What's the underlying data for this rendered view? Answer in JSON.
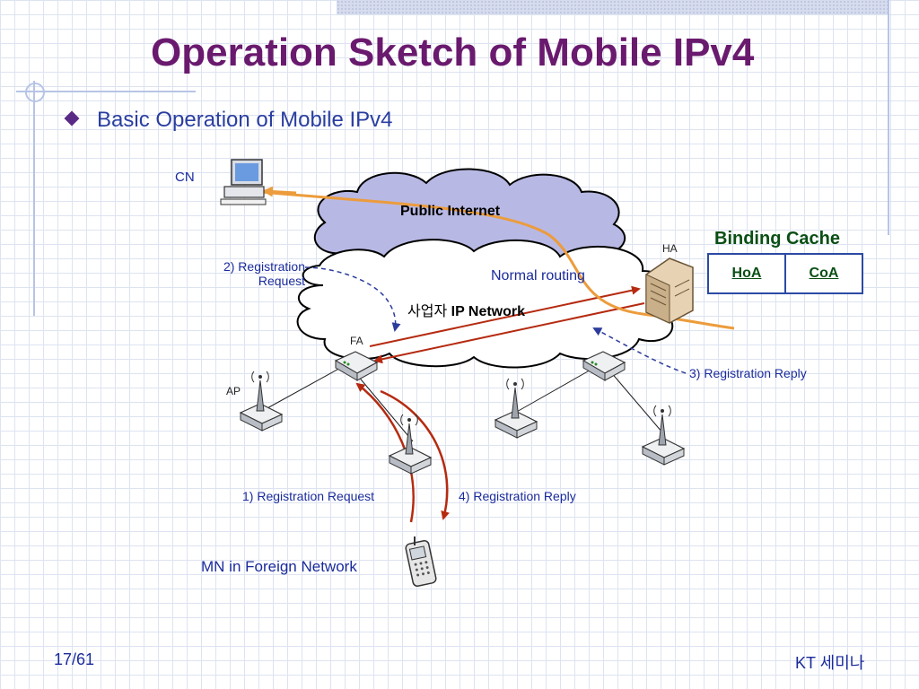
{
  "slide": {
    "title": "Operation Sketch of Mobile IPv4",
    "bullet": "Basic Operation of Mobile IPv4"
  },
  "diagram": {
    "cn_label": "CN",
    "public_internet": "Public Internet",
    "ha_label": "HA",
    "fa_label": "FA",
    "ap_label": "AP",
    "operator_network_prefix": "사업자",
    "operator_network_suffix": "IP Network",
    "normal_routing": "Normal routing",
    "step2_line1": "2) Registration",
    "step2_line2": "Request",
    "step3": "3) Registration Reply",
    "step1": "1) Registration Request",
    "step4": "4) Registration Reply",
    "mn_label": "MN in Foreign Network"
  },
  "binding_cache": {
    "title": "Binding Cache",
    "columns": [
      "HoA",
      "CoA"
    ]
  },
  "footer": {
    "page": "17/61",
    "org": "KT 세미나"
  }
}
